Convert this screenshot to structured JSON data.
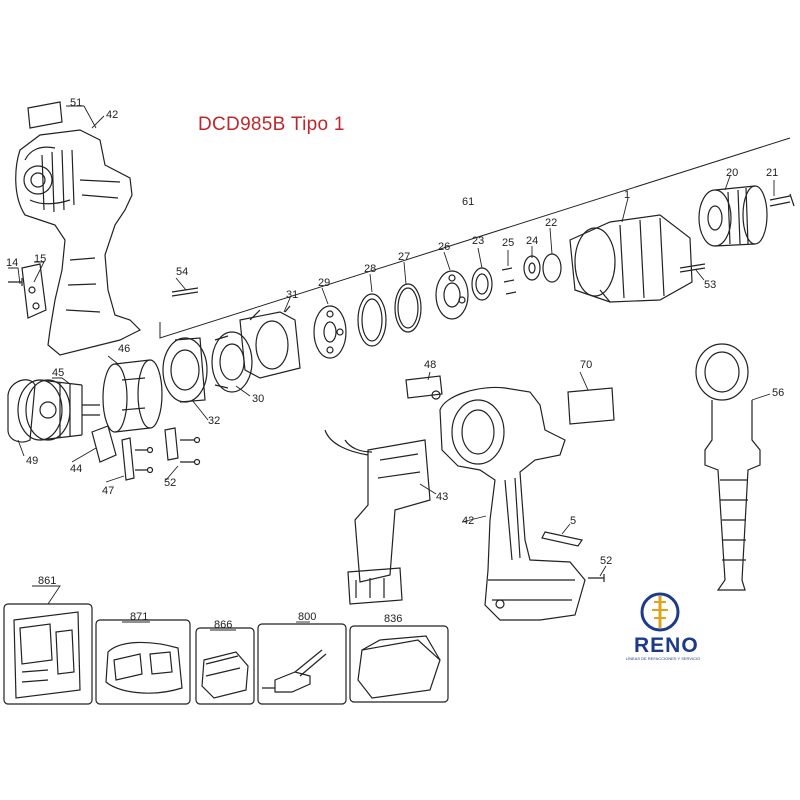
{
  "diagram": {
    "title": "DCD985B Tipo 1",
    "callouts": [
      {
        "id": "c51",
        "text": "51"
      },
      {
        "id": "c42a",
        "text": "42"
      },
      {
        "id": "c61",
        "text": "61"
      },
      {
        "id": "c1",
        "text": "1"
      },
      {
        "id": "c20",
        "text": "20"
      },
      {
        "id": "c21",
        "text": "21"
      },
      {
        "id": "c22",
        "text": "22"
      },
      {
        "id": "c23",
        "text": "23"
      },
      {
        "id": "c25",
        "text": "25"
      },
      {
        "id": "c24",
        "text": "24"
      },
      {
        "id": "c26",
        "text": "26"
      },
      {
        "id": "c27",
        "text": "27"
      },
      {
        "id": "c28",
        "text": "28"
      },
      {
        "id": "c29",
        "text": "29"
      },
      {
        "id": "c31",
        "text": "31"
      },
      {
        "id": "c54",
        "text": "54"
      },
      {
        "id": "c14",
        "text": "14"
      },
      {
        "id": "c15",
        "text": "15"
      },
      {
        "id": "c53",
        "text": "53"
      },
      {
        "id": "c46",
        "text": "46"
      },
      {
        "id": "c45",
        "text": "45"
      },
      {
        "id": "c32",
        "text": "32"
      },
      {
        "id": "c30",
        "text": "30"
      },
      {
        "id": "c48",
        "text": "48"
      },
      {
        "id": "c70",
        "text": "70"
      },
      {
        "id": "c56",
        "text": "56"
      },
      {
        "id": "c49",
        "text": "49"
      },
      {
        "id": "c44",
        "text": "44"
      },
      {
        "id": "c47",
        "text": "47"
      },
      {
        "id": "c52a",
        "text": "52"
      },
      {
        "id": "c43",
        "text": "43"
      },
      {
        "id": "c42b",
        "text": "42"
      },
      {
        "id": "c5",
        "text": "5"
      },
      {
        "id": "c52b",
        "text": "52"
      },
      {
        "id": "c861",
        "text": "861"
      },
      {
        "id": "c871",
        "text": "871"
      },
      {
        "id": "c866",
        "text": "866"
      },
      {
        "id": "c800",
        "text": "800"
      },
      {
        "id": "c836",
        "text": "836"
      }
    ]
  },
  "logo": {
    "word": "RENO",
    "tagline": "LÍNEAS DE REFACCIONES Y SERVICIO",
    "colors": {
      "blue": "#1d3b8a",
      "gold": "#e0a21a"
    }
  },
  "colors": {
    "title": "#c0272d",
    "line": "#222222"
  }
}
